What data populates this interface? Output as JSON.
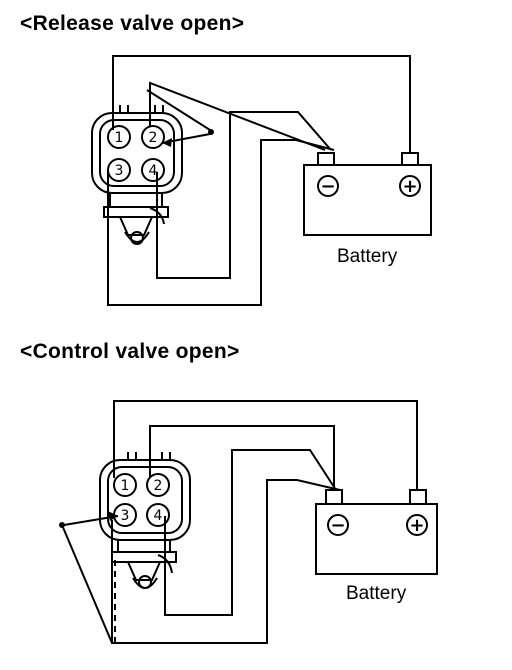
{
  "diagram1": {
    "title": "<Release valve open>",
    "battery_label": "Battery",
    "pins": [
      "1",
      "2",
      "3",
      "4"
    ],
    "neg": "−",
    "pos": "+"
  },
  "diagram2": {
    "title": "<Control valve open>",
    "battery_label": "Battery",
    "pins": [
      "1",
      "2",
      "3",
      "4"
    ],
    "neg": "−",
    "pos": "+"
  }
}
